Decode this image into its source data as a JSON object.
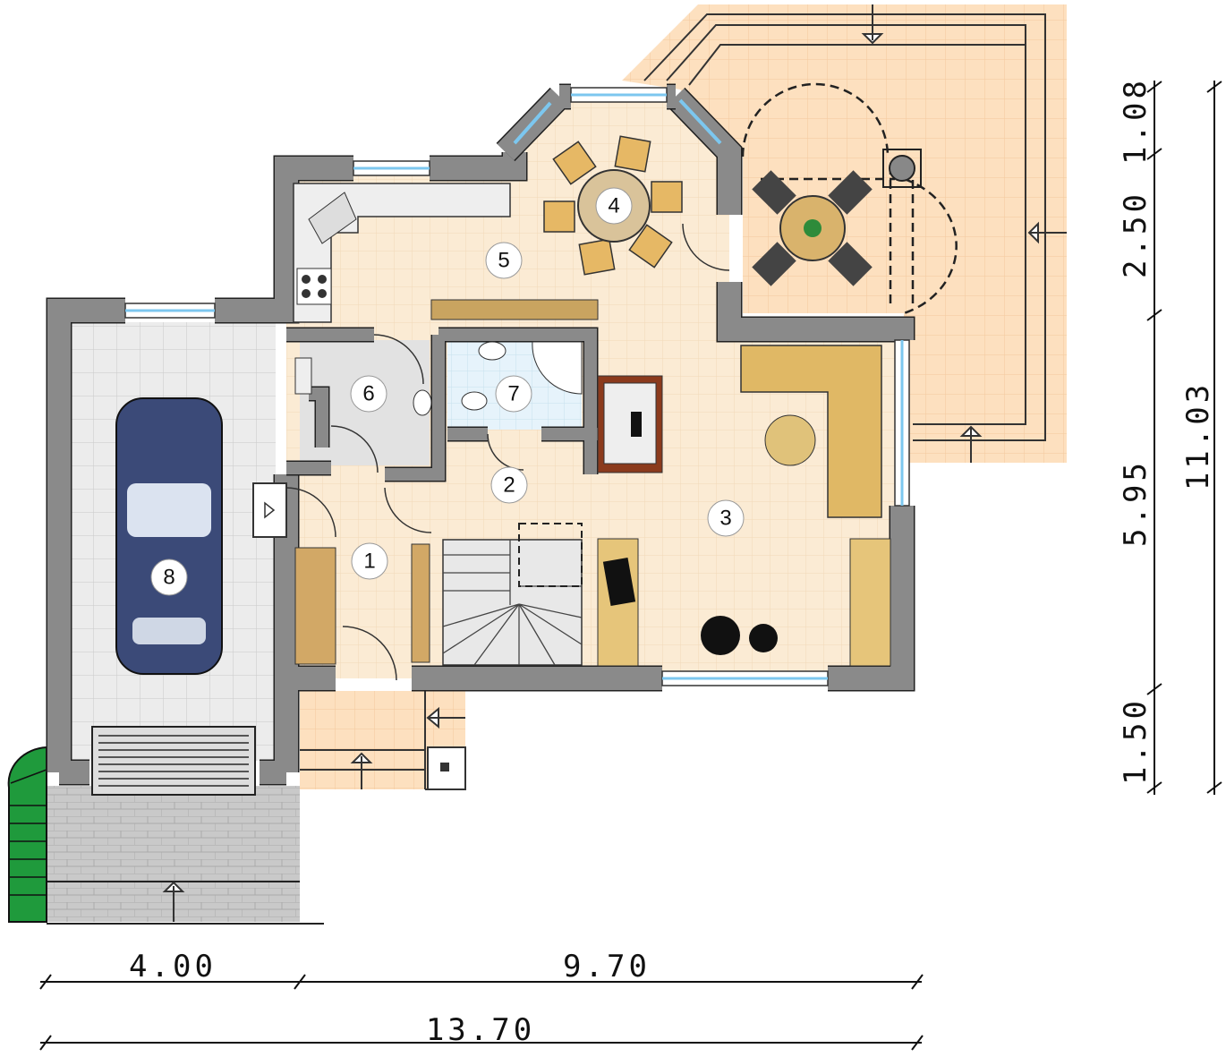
{
  "plan": {
    "rooms": [
      {
        "number": "1"
      },
      {
        "number": "2"
      },
      {
        "number": "3"
      },
      {
        "number": "4"
      },
      {
        "number": "5"
      },
      {
        "number": "6"
      },
      {
        "number": "7"
      },
      {
        "number": "8"
      }
    ],
    "dimensions": {
      "horizontal": {
        "left": "4.00",
        "right": "9.70",
        "total": "13.70"
      },
      "vertical": {
        "seg1": "1.08",
        "seg2": "2.50",
        "seg3": "5.95",
        "seg4": "1.50",
        "total": "11.03"
      }
    },
    "colors": {
      "wall": "#8a8a8a",
      "floor": "#fbebd4",
      "terrace": "#fde0bf",
      "garage_floor": "#ececec",
      "glass": "#7cc7ef",
      "car": "#3b4a78",
      "stairs_green": "#1f9a3c"
    }
  }
}
